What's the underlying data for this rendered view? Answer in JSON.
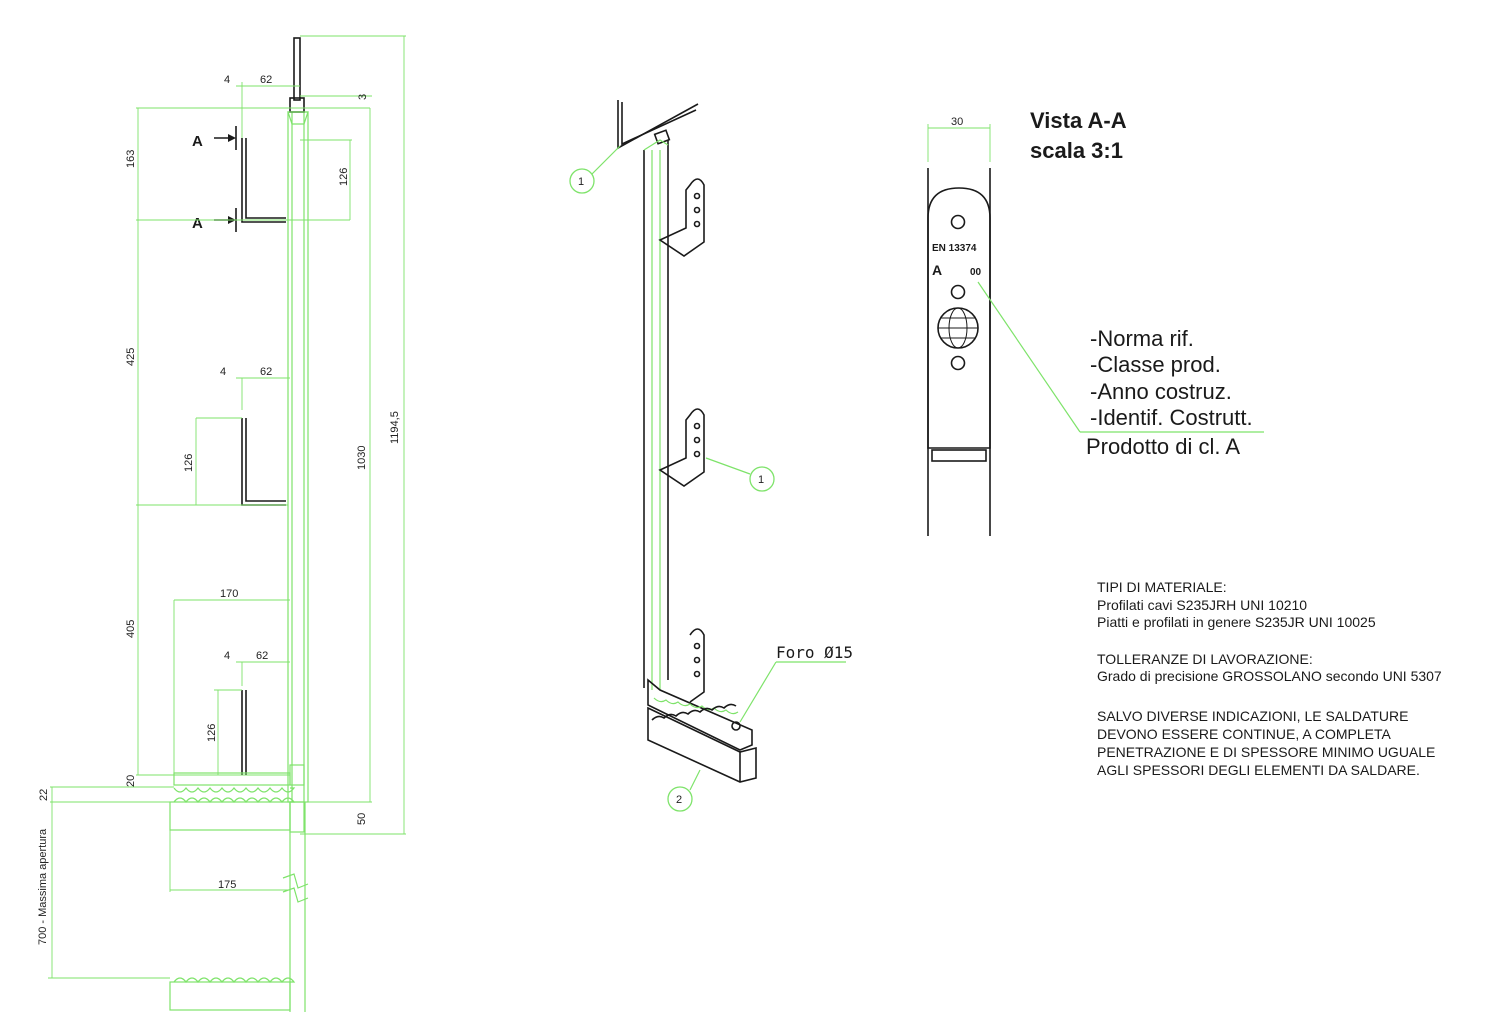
{
  "side_view": {
    "dims": {
      "d4_top": "4",
      "d62_top": "62",
      "d3": "3",
      "d163": "163",
      "d126_top": "126",
      "d425": "425",
      "d4_mid": "4",
      "d62_mid": "62",
      "d126_mid": "126",
      "d1030": "1030",
      "d1194": "1194,5",
      "d405": "405",
      "d170": "170",
      "d4_low": "4",
      "d62_low": "62",
      "d126_low": "126",
      "d20": "20",
      "d22": "22",
      "d50": "50",
      "d175": "175",
      "d700": "700 - Massima apertura"
    },
    "section_mark": "A"
  },
  "iso_view": {
    "callouts": [
      "1",
      "1",
      "2"
    ],
    "hole_label": "Foro Ø15"
  },
  "section_view": {
    "title_line1": "Vista A-A",
    "title_line2": "scala 3:1",
    "width_dim": "30",
    "stamp_norm": "EN  13374",
    "stamp_class": "A",
    "stamp_year": "00",
    "labels": [
      "-Norma rif.",
      "-Classe prod.",
      "-Anno costruz.",
      "-Identif. Costrutt.",
      "Prodotto di cl. A"
    ]
  },
  "notes": {
    "materials_title": "TIPI DI  MATERIALE:",
    "materials_line1": "Profilati cavi S235JRH UNI 10210",
    "materials_line2": "Piatti e profilati in genere S235JR UNI 10025",
    "tolerance_title": "TOLLERANZE DI LAVORAZIONE:",
    "tolerance_line1": "Grado di precisione GROSSOLANO secondo UNI 5307",
    "welding_line1": "SALVO DIVERSE INDICAZIONI, LE SALDATURE",
    "welding_line2": "DEVONO ESSERE CONTINUE, A COMPLETA",
    "welding_line3": "PENETRAZIONE E DI SPESSORE MINIMO UGUALE",
    "welding_line4": "AGLI SPESSORI DEGLI ELEMENTI DA SALDARE."
  },
  "colors": {
    "dimension_green": "#7ee36a",
    "ink": "#1a1a1a"
  }
}
